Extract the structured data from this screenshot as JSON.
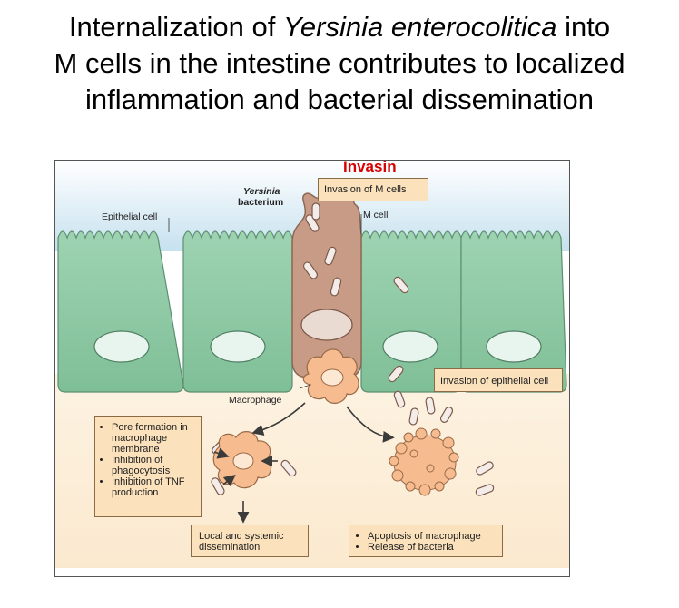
{
  "title": {
    "part1": "Internalization of ",
    "italic": "Yersinia enterocolitica",
    "part2": " into",
    "line2": "M cells in the intestine contributes to localized",
    "line3": "inflammation and bacterial dissemination"
  },
  "diagram": {
    "highlight": "Invasin",
    "labels": {
      "bacterium_line1": "Yersinia",
      "bacterium_line2": "bacterium",
      "epithelial_cell": "Epithelial cell",
      "m_cell": "M cell",
      "macrophage": "Macrophage"
    },
    "boxes": {
      "invasion_m_cells": "Invasion of M cells",
      "invasion_epithelial": "Invasion of epithelial cell",
      "effects": [
        "Pore formation in macrophage membrane",
        "Inhibition of phagocytosis",
        "Inhibition of TNF production"
      ],
      "dissemination": [
        "Local and systemic",
        "dissemination"
      ],
      "apoptosis": [
        "Apoptosis of macrophage",
        "Release of bacteria"
      ]
    },
    "colors": {
      "lumen": "#cfe6f2",
      "epithelial": "#8fcaa6",
      "m_cell": "#c79b85",
      "macrophage": "#f5b88a",
      "tissue": "#fdf0db",
      "box": "#fbe2bd",
      "highlight": "#d80000"
    }
  }
}
